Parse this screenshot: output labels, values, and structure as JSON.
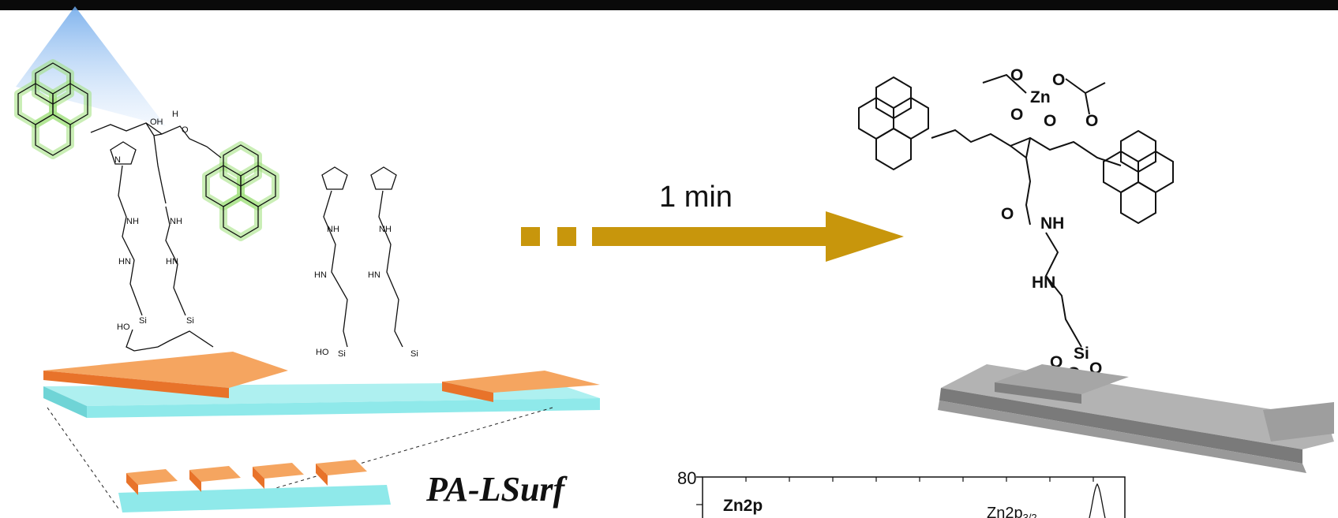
{
  "arrow_label": "1 min",
  "caption": "PA-LSurf",
  "small_labels": {
    "nh": "NH",
    "hn": "HN",
    "n": "N",
    "si": "Si",
    "o": "O",
    "ho": "HO",
    "oh": "OH",
    "h": "H",
    "zn": "Zn"
  },
  "plot": {
    "y_tick_top": "80",
    "panel_label": "Zn2p",
    "peak_label": "Zn2p",
    "peak_sub": "3/2"
  },
  "colors": {
    "arrow": "#c8960c",
    "electrode": "#f08a3c",
    "substrate": "#8fe9ea",
    "grey_device": "#8c8c8c"
  }
}
